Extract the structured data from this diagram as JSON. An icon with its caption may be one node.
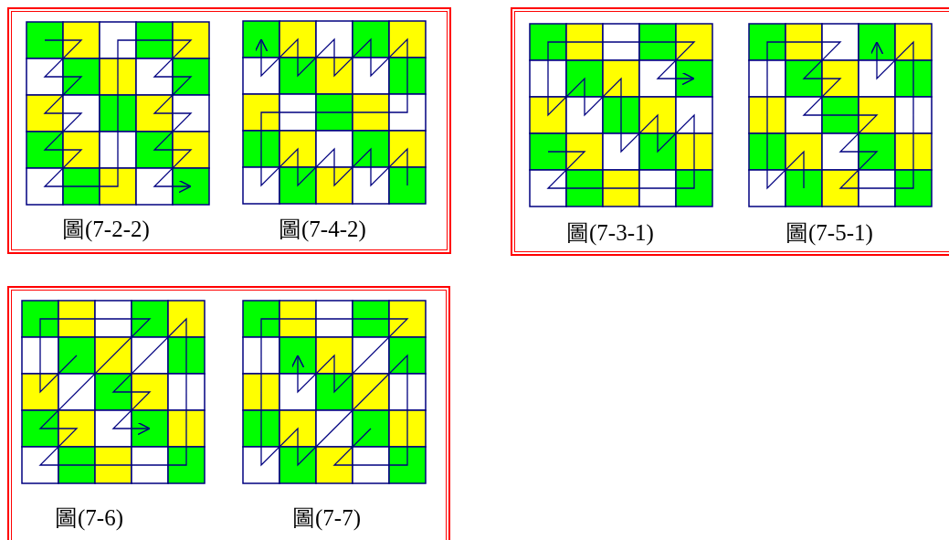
{
  "diagram": {
    "labels": [
      "圖(7-2-2)",
      "圖(7-4-2)",
      "圖(7-3-1)",
      "圖(7-5-1)",
      "圖(7-6)",
      "圖(7-7)"
    ]
  }
}
